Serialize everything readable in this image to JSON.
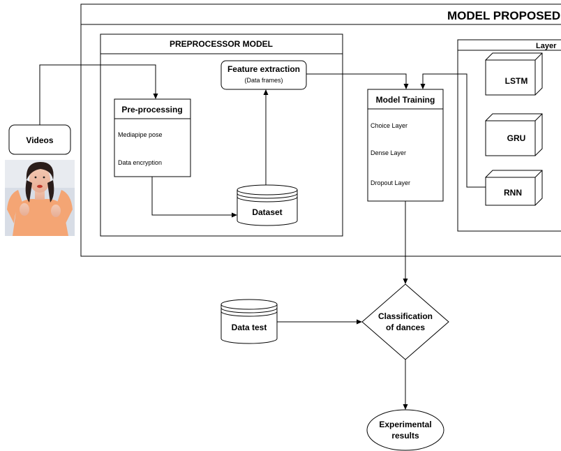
{
  "model_proposed": {
    "title": "MODEL PROPOSED"
  },
  "preprocessor": {
    "title": "PREPROCESSOR MODEL"
  },
  "layer": {
    "title": "Layer",
    "items": [
      "LSTM",
      "GRU",
      "RNN"
    ]
  },
  "videos": {
    "label": "Videos"
  },
  "preprocessing": {
    "title": "Pre-processing",
    "items": [
      "Mediapipe pose",
      "Data encryption"
    ]
  },
  "feature_extraction": {
    "title": "Feature extraction",
    "subtitle": "(Data frames)"
  },
  "dataset": {
    "label": "Dataset"
  },
  "model_training": {
    "title": "Model Training",
    "items": [
      "Choice Layer",
      "Dense Layer",
      "Dropout Layer"
    ]
  },
  "data_test": {
    "label": "Data test"
  },
  "classification": {
    "line1": "Classification",
    "line2": "of dances"
  },
  "results": {
    "line1": "Experimental",
    "line2": "results"
  },
  "colors": {
    "stroke": "#000000",
    "fill": "#ffffff",
    "photo_dress": "#f4a574",
    "photo_bg": "#d8dde6"
  }
}
